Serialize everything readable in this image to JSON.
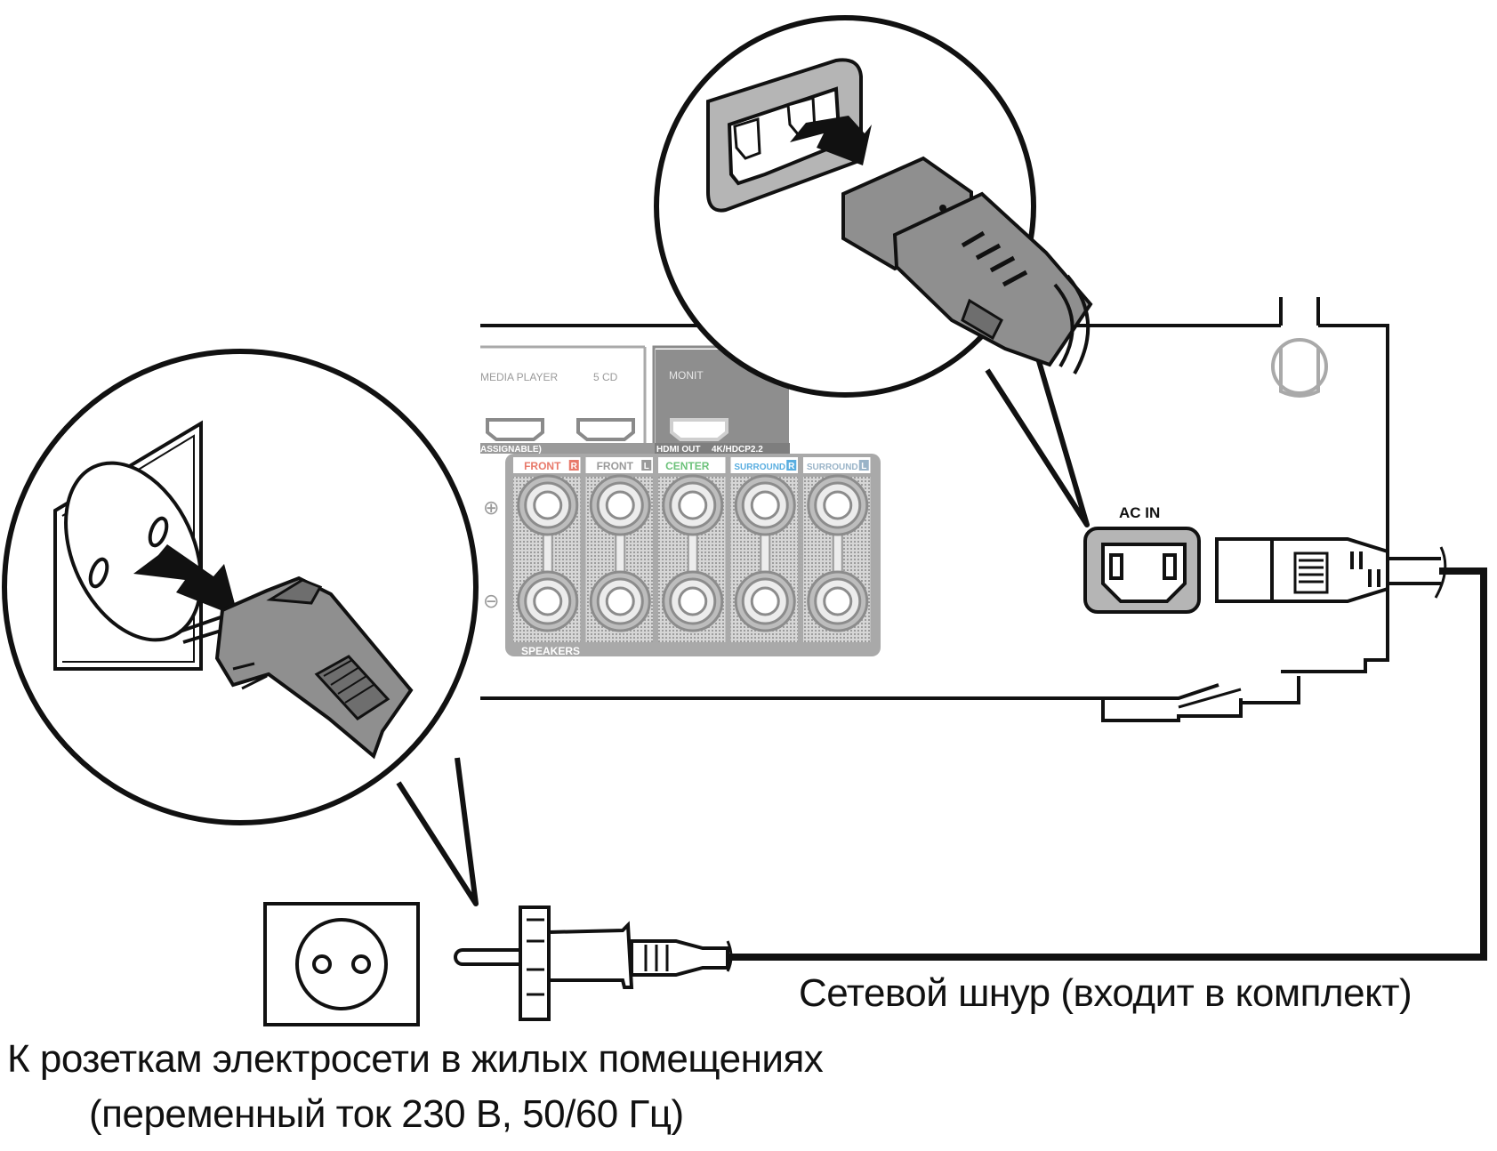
{
  "panel": {
    "input_labels": [
      "MEDIA PLAYER",
      "5 CD"
    ],
    "monitor_label": "MONIT",
    "assignable_label": "ASSIGNABLE)",
    "hdmi_out_label": "HDMI OUT",
    "hdmi_spec_label": "4K/HDCP2.2",
    "speaker_channels": [
      {
        "label": "FRONT",
        "side": "R",
        "color": "#e8796a"
      },
      {
        "label": "FRONT",
        "side": "L",
        "color": "#9a9a9a"
      },
      {
        "label": "CENTER",
        "side": "",
        "color": "#6cc27a"
      },
      {
        "label": "SURROUND",
        "side": "R",
        "color": "#5aaee0"
      },
      {
        "label": "SURROUND",
        "side": "L",
        "color": "#9ab4c8"
      }
    ],
    "plus_symbol": "⊕",
    "minus_symbol": "⊖",
    "speakers_label": "SPEAKERS",
    "ac_in_label": "AC IN"
  },
  "labels": {
    "cord": "Сетевой шнур (входит в комплект)",
    "outlet_line1": "К розеткам электросети в жилых помещениях",
    "outlet_line2": "(переменный ток 230 В, 50/60 Гц)"
  },
  "colors": {
    "line": "#111111",
    "panel_gray": "#a9a9a9",
    "panel_dark": "#8a8a8a",
    "plug_gray": "#8f8f8f"
  }
}
